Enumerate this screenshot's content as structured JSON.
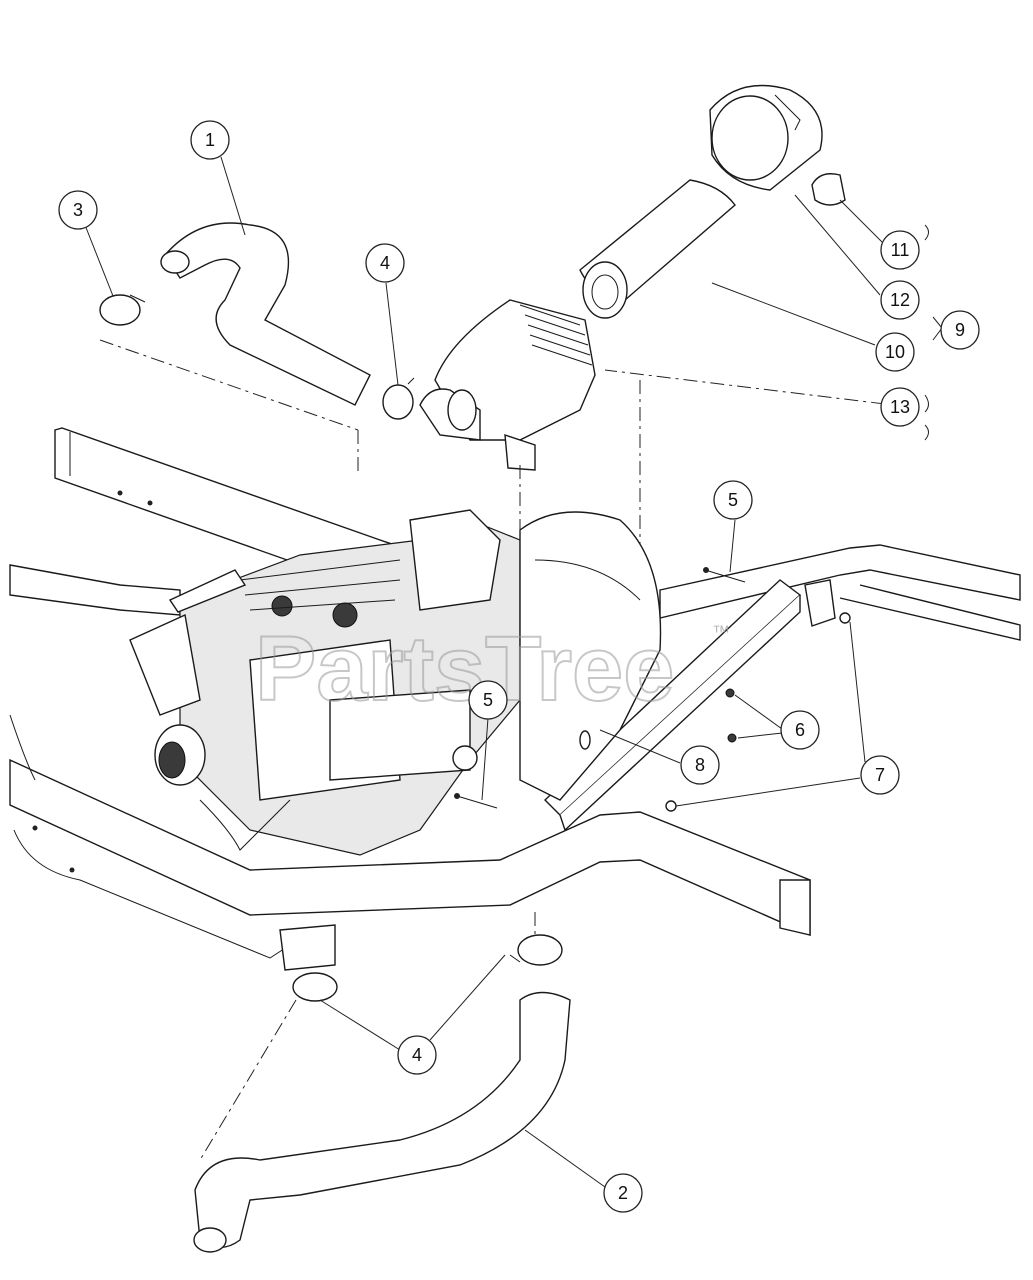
{
  "diagram": {
    "callouts": [
      {
        "id": "c1",
        "label": "1"
      },
      {
        "id": "c3",
        "label": "3"
      },
      {
        "id": "c4a",
        "label": "4"
      },
      {
        "id": "c11",
        "label": "11"
      },
      {
        "id": "c12",
        "label": "12"
      },
      {
        "id": "c9",
        "label": "9"
      },
      {
        "id": "c10",
        "label": "10"
      },
      {
        "id": "c13",
        "label": "13"
      },
      {
        "id": "c5a",
        "label": "5"
      },
      {
        "id": "c5b",
        "label": "5"
      },
      {
        "id": "c6",
        "label": "6"
      },
      {
        "id": "c8",
        "label": "8"
      },
      {
        "id": "c7",
        "label": "7"
      },
      {
        "id": "c4b",
        "label": "4"
      },
      {
        "id": "c2",
        "label": "2"
      }
    ],
    "watermark": {
      "text": "PartsTree",
      "trademark": "™"
    }
  }
}
